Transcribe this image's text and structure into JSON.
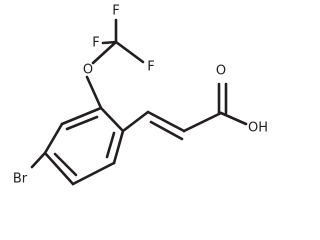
{
  "molecule": {
    "labels": {
      "f_top": "F",
      "f_left": "F",
      "f_right": "F",
      "ether_oxygen": "O",
      "carbonyl_oxygen": "O",
      "hydroxyl": "OH",
      "bromine": "Br"
    },
    "bond_color": "#231f20",
    "background": "#ffffff"
  }
}
